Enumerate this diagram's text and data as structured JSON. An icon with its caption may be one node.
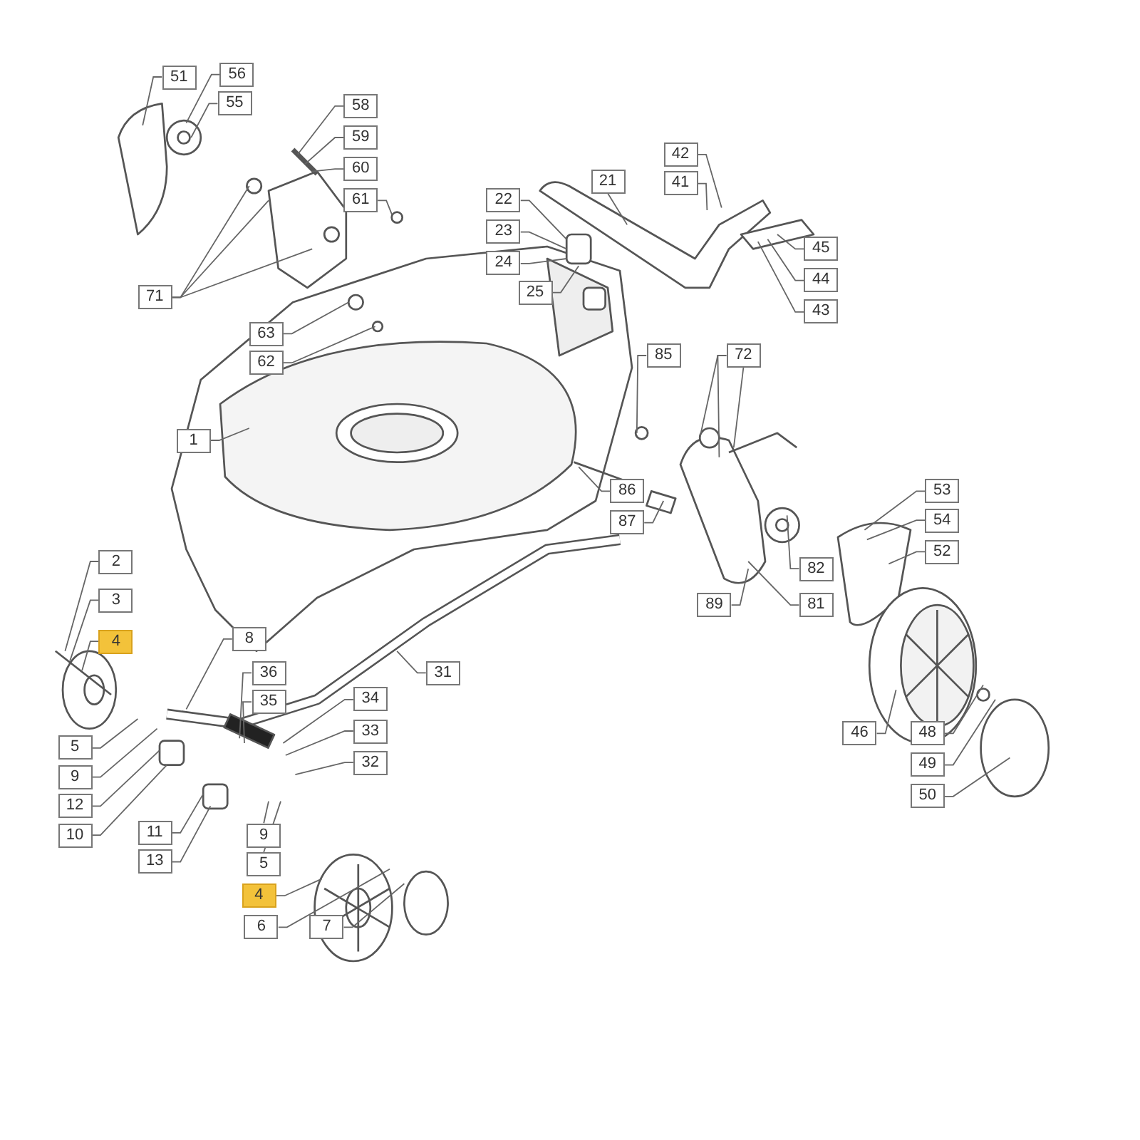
{
  "diagram": {
    "nodes": [
      {
        "text": [
          "51"
        ]
      },
      {
        "text": [
          "56"
        ]
      },
      {
        "text": [
          "55"
        ]
      },
      {
        "text": [
          "58"
        ]
      },
      {
        "text": [
          "59"
        ]
      },
      {
        "text": [
          "60"
        ]
      },
      {
        "text": [
          "61"
        ]
      },
      {
        "text": [
          "71"
        ]
      },
      {
        "text": [
          "63"
        ]
      },
      {
        "text": [
          "62"
        ]
      },
      {
        "text": [
          "22"
        ]
      },
      {
        "text": [
          "23"
        ]
      },
      {
        "text": [
          "24"
        ]
      },
      {
        "text": [
          "25"
        ]
      },
      {
        "text": [
          "21"
        ]
      },
      {
        "text": [
          "42"
        ]
      },
      {
        "text": [
          "41"
        ]
      },
      {
        "text": [
          "45"
        ]
      },
      {
        "text": [
          "44"
        ]
      },
      {
        "text": [
          "43"
        ]
      },
      {
        "text": [
          "85"
        ]
      },
      {
        "text": [
          "72"
        ]
      },
      {
        "text": [
          "1"
        ]
      },
      {
        "text": [
          "86"
        ]
      },
      {
        "text": [
          "87"
        ]
      },
      {
        "text": [
          "89"
        ]
      },
      {
        "text": [
          "82"
        ]
      },
      {
        "text": [
          "81"
        ]
      },
      {
        "text": [
          "53"
        ]
      },
      {
        "text": [
          "54"
        ]
      },
      {
        "text": [
          "52"
        ]
      },
      {
        "text": [
          "46"
        ]
      },
      {
        "text": [
          "48"
        ]
      },
      {
        "text": [
          "49"
        ]
      },
      {
        "text": [
          "50"
        ]
      },
      {
        "text": [
          "31"
        ]
      },
      {
        "text": [
          "2"
        ]
      },
      {
        "text": [
          "3"
        ]
      },
      {
        "text": [
          "4"
        ]
      },
      {
        "text": [
          "5"
        ]
      },
      {
        "text": [
          "9"
        ]
      },
      {
        "text": [
          "12"
        ]
      },
      {
        "text": [
          "10"
        ]
      },
      {
        "text": [
          "8"
        ]
      },
      {
        "text": [
          "36"
        ]
      },
      {
        "text": [
          "35"
        ]
      },
      {
        "text": [
          "34"
        ]
      },
      {
        "text": [
          "33"
        ]
      },
      {
        "text": [
          "32"
        ]
      },
      {
        "text": [
          "11"
        ]
      },
      {
        "text": [
          "13"
        ]
      },
      {
        "text": [
          "9"
        ]
      },
      {
        "text": [
          "5"
        ]
      },
      {
        "text": [
          "4"
        ]
      },
      {
        "text": [
          "6"
        ]
      },
      {
        "text": [
          "7"
        ]
      }
    ],
    "edges": [
      {
        "from": 0,
        "to": null,
        "arrow": "none"
      },
      {
        "from": 1,
        "to": null,
        "arrow": "none"
      },
      {
        "from": 2,
        "to": null,
        "arrow": "none"
      },
      {
        "from": 3,
        "to": null,
        "arrow": "none"
      },
      {
        "from": 4,
        "to": null,
        "arrow": "none"
      },
      {
        "from": 5,
        "to": null,
        "arrow": "none"
      },
      {
        "from": 6,
        "to": null,
        "arrow": "none"
      },
      {
        "from": 7,
        "to": null,
        "arrow": "none"
      },
      {
        "from": 7,
        "to": null,
        "arrow": "none"
      },
      {
        "from": 7,
        "to": null,
        "arrow": "none"
      },
      {
        "from": 8,
        "to": null,
        "arrow": "none"
      },
      {
        "from": 9,
        "to": null,
        "arrow": "none"
      },
      {
        "from": 10,
        "to": null,
        "arrow": "none"
      },
      {
        "from": 11,
        "to": null,
        "arrow": "none"
      },
      {
        "from": 12,
        "to": null,
        "arrow": "none"
      },
      {
        "from": 13,
        "to": null,
        "arrow": "none"
      },
      {
        "from": 14,
        "to": null,
        "arrow": "none"
      },
      {
        "from": 15,
        "to": null,
        "arrow": "none"
      },
      {
        "from": 16,
        "to": null,
        "arrow": "none"
      },
      {
        "from": 17,
        "to": null,
        "arrow": "none"
      },
      {
        "from": 18,
        "to": null,
        "arrow": "none"
      },
      {
        "from": 19,
        "to": null,
        "arrow": "none"
      },
      {
        "from": 20,
        "to": null,
        "arrow": "none"
      },
      {
        "from": 21,
        "to": null,
        "arrow": "none"
      },
      {
        "from": 21,
        "to": null,
        "arrow": "none"
      },
      {
        "from": 21,
        "to": null,
        "arrow": "none"
      },
      {
        "from": 22,
        "to": null,
        "arrow": "none"
      },
      {
        "from": 23,
        "to": null,
        "arrow": "none"
      },
      {
        "from": 24,
        "to": null,
        "arrow": "none"
      },
      {
        "from": 25,
        "to": null,
        "arrow": "none"
      },
      {
        "from": 26,
        "to": null,
        "arrow": "none"
      },
      {
        "from": 27,
        "to": null,
        "arrow": "none"
      },
      {
        "from": 28,
        "to": null,
        "arrow": "none"
      },
      {
        "from": 29,
        "to": null,
        "arrow": "none"
      },
      {
        "from": 30,
        "to": null,
        "arrow": "none"
      },
      {
        "from": 31,
        "to": null,
        "arrow": "none"
      },
      {
        "from": 32,
        "to": null,
        "arrow": "none"
      },
      {
        "from": 33,
        "to": null,
        "arrow": "none"
      },
      {
        "from": 34,
        "to": null,
        "arrow": "none"
      },
      {
        "from": 35,
        "to": null,
        "arrow": "none"
      },
      {
        "from": 36,
        "to": null,
        "arrow": "none"
      },
      {
        "from": 37,
        "to": null,
        "arrow": "none"
      },
      {
        "from": 38,
        "to": null,
        "arrow": "none"
      },
      {
        "from": 39,
        "to": null,
        "arrow": "none"
      },
      {
        "from": 40,
        "to": null,
        "arrow": "none"
      },
      {
        "from": 41,
        "to": null,
        "arrow": "none"
      },
      {
        "from": 42,
        "to": null,
        "arrow": "none"
      },
      {
        "from": 43,
        "to": null,
        "arrow": "none"
      },
      {
        "from": 44,
        "to": null,
        "arrow": "none"
      },
      {
        "from": 45,
        "to": null,
        "arrow": "none"
      },
      {
        "from": 46,
        "to": null,
        "arrow": "none"
      },
      {
        "from": 47,
        "to": null,
        "arrow": "none"
      },
      {
        "from": 48,
        "to": null,
        "arrow": "none"
      },
      {
        "from": 49,
        "to": null,
        "arrow": "none"
      },
      {
        "from": 50,
        "to": null,
        "arrow": "none"
      },
      {
        "from": 51,
        "to": null,
        "arrow": "none"
      },
      {
        "from": 52,
        "to": null,
        "arrow": "none"
      },
      {
        "from": 53,
        "to": null,
        "arrow": "none"
      },
      {
        "from": 54,
        "to": null,
        "arrow": "none"
      },
      {
        "from": 55,
        "to": null,
        "arrow": "none"
      }
    ]
  }
}
